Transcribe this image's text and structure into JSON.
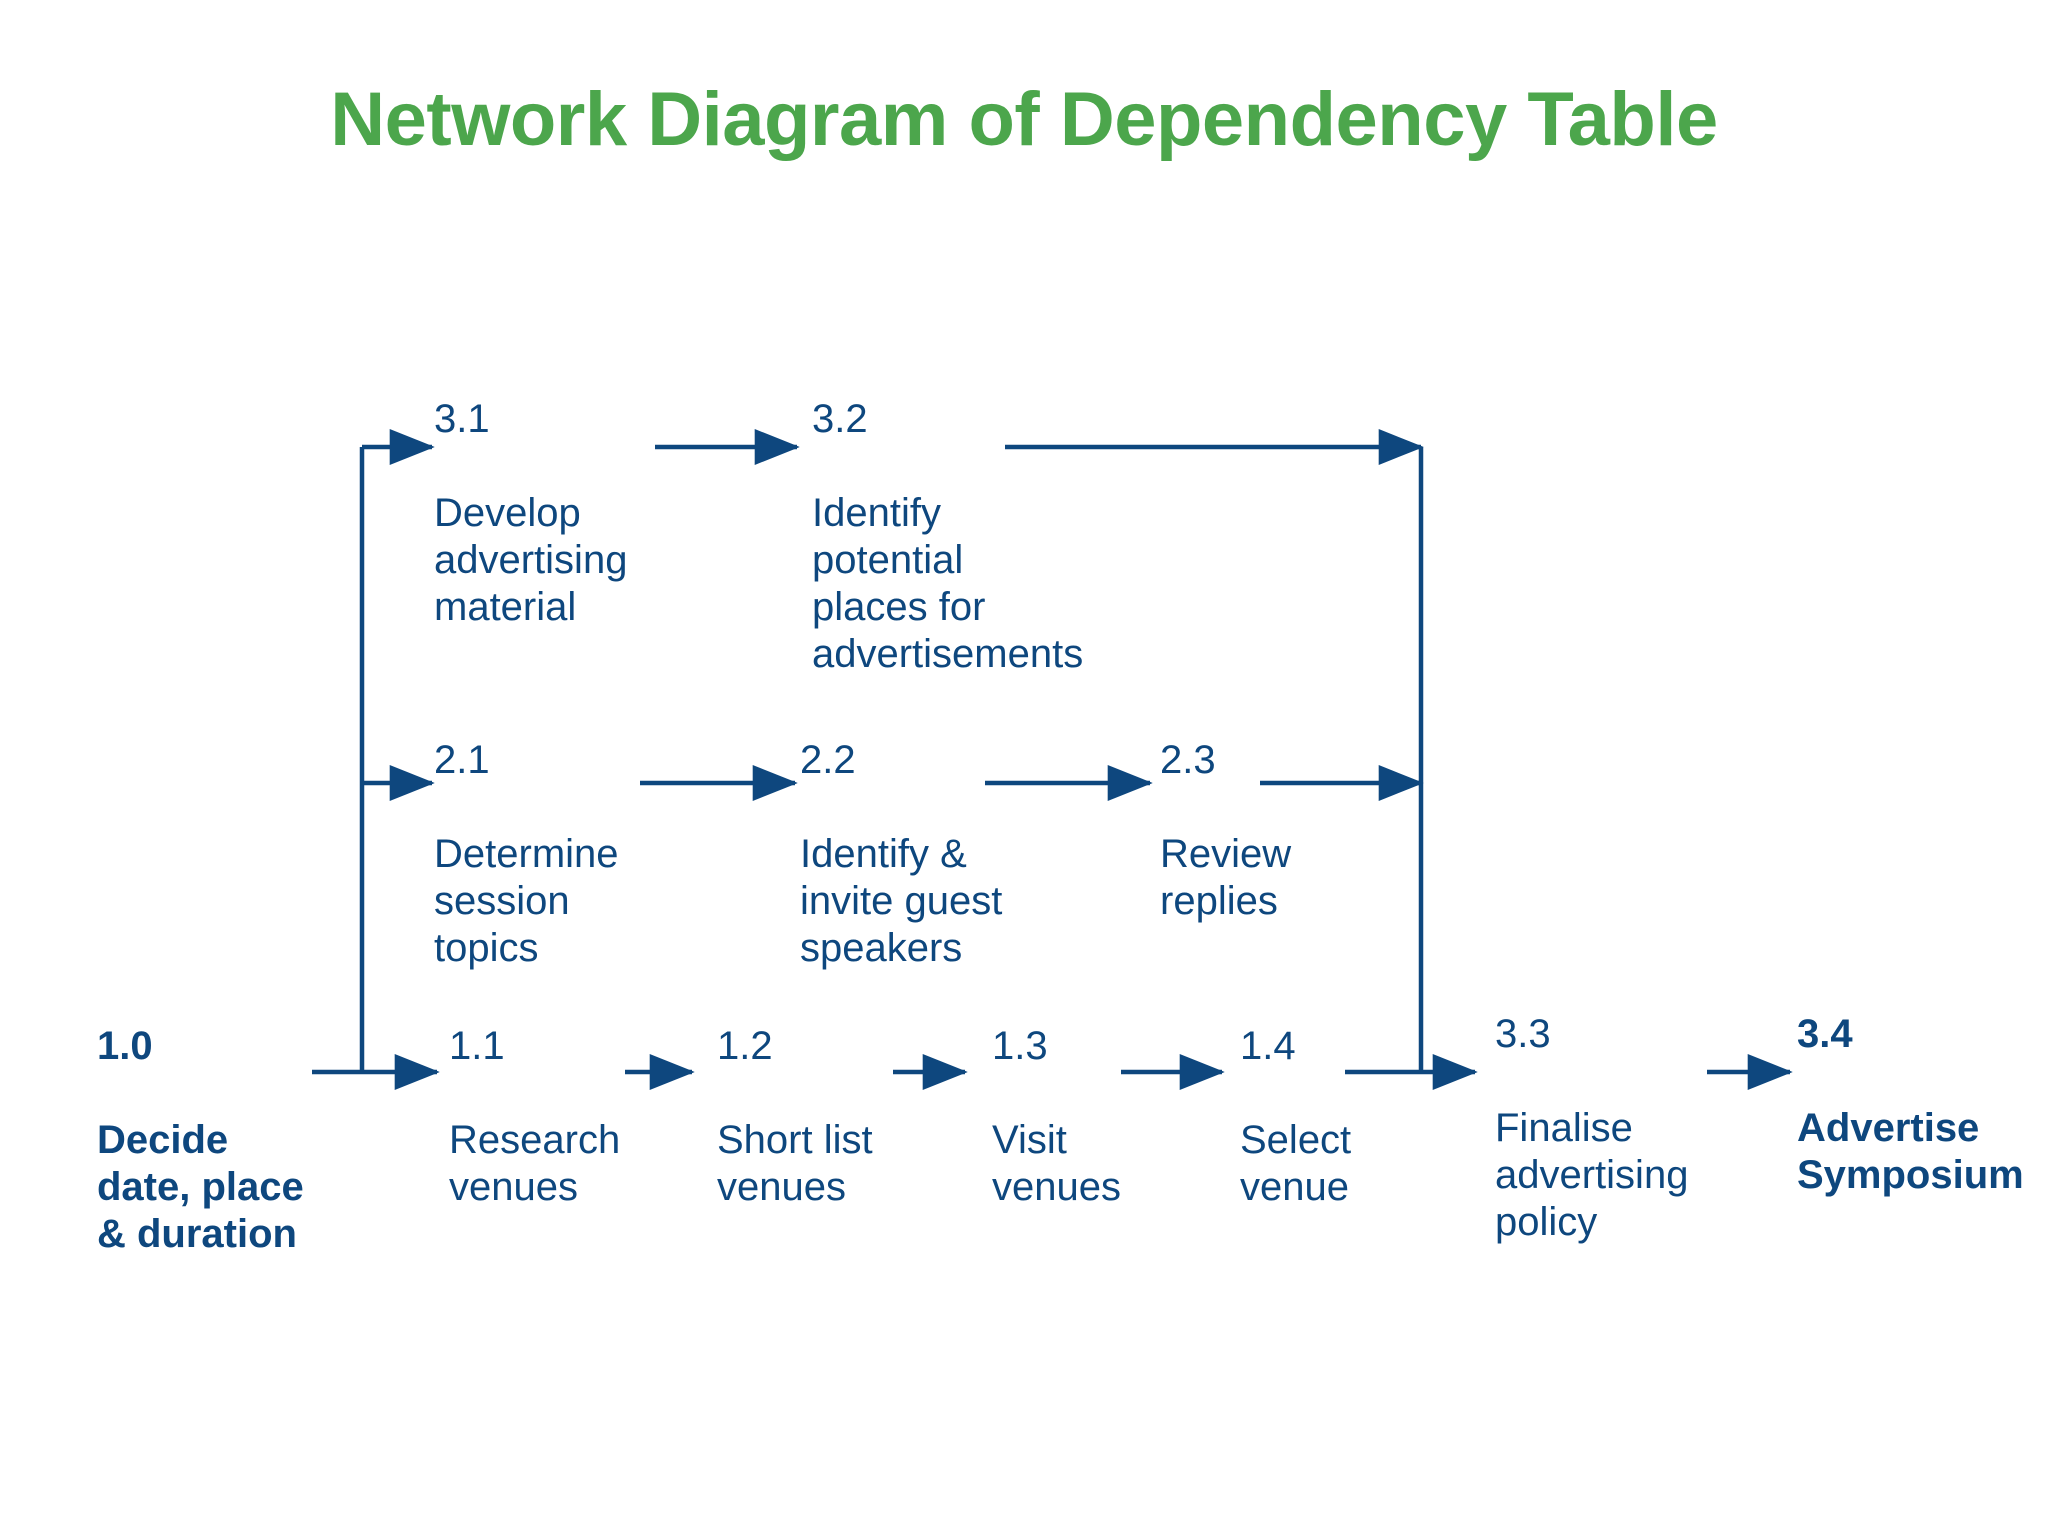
{
  "slide": {
    "title": "Network Diagram of Dependency Table",
    "title_color": "#4CA64C",
    "node_color": "#0E477E",
    "background": "#ffffff"
  },
  "nodes": {
    "n10": {
      "num": "1.0",
      "label": "Decide\ndate, place\n& duration",
      "bold": true
    },
    "n11": {
      "num": "1.1",
      "label": "Research\nvenues",
      "bold": false
    },
    "n12": {
      "num": "1.2",
      "label": "Short list\nvenues",
      "bold": false
    },
    "n13": {
      "num": "1.3",
      "label": "Visit\nvenues",
      "bold": false
    },
    "n14": {
      "num": "1.4",
      "label": "Select\nvenue",
      "bold": false
    },
    "n21": {
      "num": "2.1",
      "label": "Determine\nsession\ntopics",
      "bold": false
    },
    "n22": {
      "num": "2.2",
      "label": "Identify &\ninvite guest\nspeakers",
      "bold": false
    },
    "n23": {
      "num": "2.3",
      "label": "Review\nreplies",
      "bold": false
    },
    "n31": {
      "num": "3.1",
      "label": "Develop\nadvertising\nmaterial",
      "bold": false
    },
    "n32": {
      "num": "3.2",
      "label": "Identify\npotential\nplaces for\nadvertisements",
      "bold": false
    },
    "n33": {
      "num": "3.3",
      "label": "Finalise\nadvertising\npolicy",
      "bold": false
    },
    "n34": {
      "num": "3.4",
      "label": "Advertise\nSymposium",
      "bold": true
    }
  },
  "edges": [
    {
      "from": "1.0",
      "to": "1.1",
      "kind": "straight"
    },
    {
      "from": "1.1",
      "to": "1.2",
      "kind": "straight"
    },
    {
      "from": "1.2",
      "to": "1.3",
      "kind": "straight"
    },
    {
      "from": "1.3",
      "to": "1.4",
      "kind": "straight"
    },
    {
      "from": "1.4",
      "to": "3.3",
      "kind": "straight"
    },
    {
      "from": "3.3",
      "to": "3.4",
      "kind": "straight"
    },
    {
      "from": "1.0",
      "to": "2.1",
      "kind": "elbow-up"
    },
    {
      "from": "1.0",
      "to": "3.1",
      "kind": "elbow-up"
    },
    {
      "from": "2.1",
      "to": "2.2",
      "kind": "straight"
    },
    {
      "from": "2.2",
      "to": "2.3",
      "kind": "straight"
    },
    {
      "from": "2.3",
      "to": "3.3",
      "kind": "elbow-down"
    },
    {
      "from": "3.1",
      "to": "3.2",
      "kind": "straight"
    },
    {
      "from": "3.2",
      "to": "3.3",
      "kind": "elbow-down"
    }
  ]
}
